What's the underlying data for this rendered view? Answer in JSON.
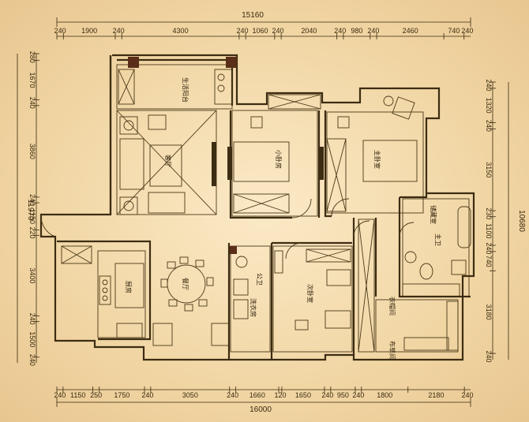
{
  "plan": {
    "overall_top": "15160",
    "overall_bottom": "16000",
    "overall_left": "11970",
    "overall_right": "10680",
    "top_dims": [
      "240",
      "1900",
      "240",
      "4300",
      "240",
      "1060",
      "240",
      "2040",
      "240",
      "980",
      "240",
      "2460",
      "740",
      "240"
    ],
    "bottom_dims": [
      "240",
      "1150",
      "250",
      "1750",
      "240",
      "3050",
      "240",
      "1660",
      "120",
      "1650",
      "240",
      "950",
      "240",
      "1800",
      "2180",
      "240"
    ],
    "left_dims": [
      "280",
      "1670",
      "240",
      "3860",
      "240",
      "1150",
      "220",
      "3400",
      "240",
      "1500",
      "240"
    ],
    "right_dims": [
      "240",
      "1320",
      "240",
      "3150",
      "230",
      "1100",
      "240",
      "740",
      "3180",
      "240"
    ],
    "rooms": {
      "living_balcony": "生活阳台",
      "living_room": "客厅",
      "small_bedroom": "小卧房",
      "master_bedroom": "主卧室",
      "dining": "餐厅",
      "kitchen": "厨房",
      "public_bath": "公卫",
      "laundry": "洗衣房",
      "second_bedroom": "次卧室",
      "closet": "衣帽间",
      "master_bath": "主卫",
      "storage": "储藏室",
      "linen": "布草间"
    }
  }
}
